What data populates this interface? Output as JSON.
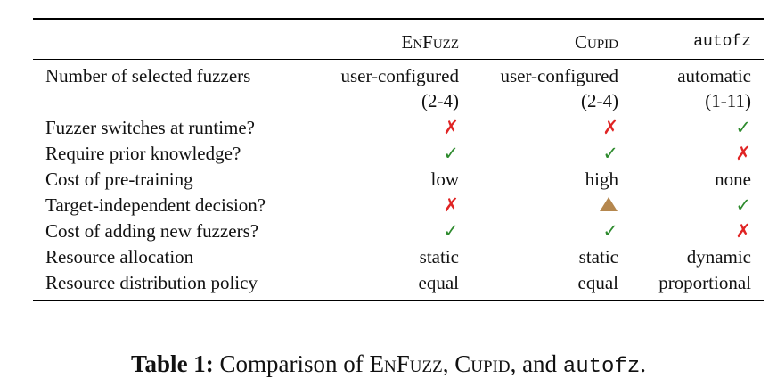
{
  "table": {
    "columns": [
      {
        "label": "EnFuzz",
        "style": "small-caps"
      },
      {
        "label": "Cupid",
        "style": "small-caps"
      },
      {
        "label": "autofz",
        "style": "monospace"
      }
    ],
    "rows": [
      {
        "label": "Number of selected fuzzers",
        "cells": [
          {
            "type": "text",
            "value": "user-configured",
            "value2": "(2-4)"
          },
          {
            "type": "text",
            "value": "user-configured",
            "value2": "(2-4)"
          },
          {
            "type": "text",
            "value": "automatic",
            "value2": "(1-11)"
          }
        ]
      },
      {
        "label": "Fuzzer switches at runtime?",
        "cells": [
          {
            "type": "icon",
            "icon": "cross-icon"
          },
          {
            "type": "icon",
            "icon": "cross-icon"
          },
          {
            "type": "icon",
            "icon": "check-icon"
          }
        ]
      },
      {
        "label": "Require prior knowledge?",
        "cells": [
          {
            "type": "icon",
            "icon": "check-icon"
          },
          {
            "type": "icon",
            "icon": "check-icon"
          },
          {
            "type": "icon",
            "icon": "cross-icon"
          }
        ]
      },
      {
        "label": "Cost of pre-training",
        "cells": [
          {
            "type": "text",
            "value": "low"
          },
          {
            "type": "text",
            "value": "high"
          },
          {
            "type": "text",
            "value": "none"
          }
        ]
      },
      {
        "label": "Target-independent decision?",
        "cells": [
          {
            "type": "icon",
            "icon": "cross-icon"
          },
          {
            "type": "icon",
            "icon": "triangle-icon"
          },
          {
            "type": "icon",
            "icon": "check-icon"
          }
        ]
      },
      {
        "label": "Cost of adding new fuzzers?",
        "cells": [
          {
            "type": "icon",
            "icon": "check-icon"
          },
          {
            "type": "icon",
            "icon": "check-icon"
          },
          {
            "type": "icon",
            "icon": "cross-icon"
          }
        ]
      },
      {
        "label": "Resource allocation",
        "cells": [
          {
            "type": "text",
            "value": "static"
          },
          {
            "type": "text",
            "value": "static"
          },
          {
            "type": "text",
            "value": "dynamic"
          }
        ]
      },
      {
        "label": "Resource distribution policy",
        "cells": [
          {
            "type": "text",
            "value": "equal"
          },
          {
            "type": "text",
            "value": "equal"
          },
          {
            "type": "text",
            "value": "proportional"
          }
        ]
      }
    ],
    "icon_colors": {
      "check-icon": "#2e8b2e",
      "cross-icon": "#e02424",
      "triangle-icon": "#b5874e"
    }
  },
  "caption": {
    "prefix": "Table 1:",
    "text1": " Comparison of ",
    "name1": "EnFuzz",
    "text2": ", ",
    "name2": "Cupid",
    "text3": ", and ",
    "name3": "autofz",
    "text4": "."
  }
}
